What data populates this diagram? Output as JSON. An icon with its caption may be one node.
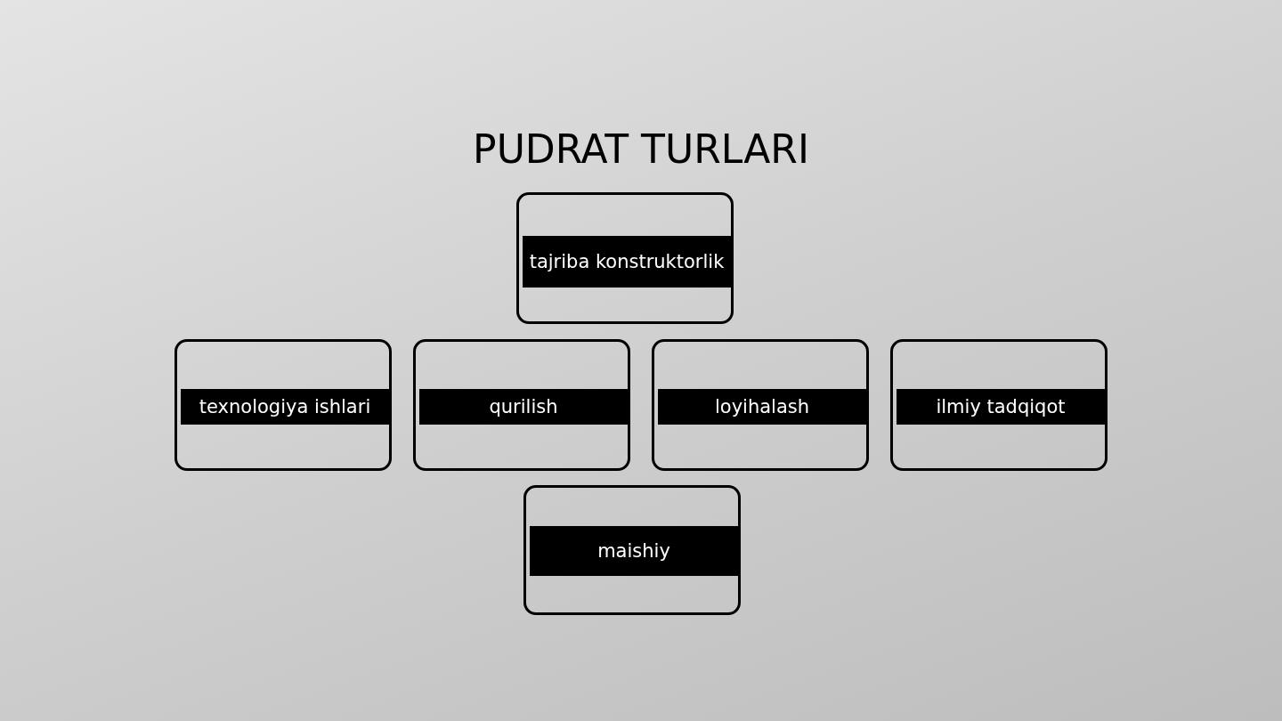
{
  "diagram": {
    "title": "PUDRAT TURLARI",
    "nodes": [
      {
        "text": [
          "tajriba konstruktorlik"
        ]
      },
      {
        "text": [
          "texnologiya ishlari"
        ]
      },
      {
        "text": [
          "qurilish"
        ]
      },
      {
        "text": [
          "loyihalash"
        ]
      },
      {
        "text": [
          "ilmiy tadqiqot"
        ]
      },
      {
        "text": [
          "maishiy"
        ]
      }
    ]
  }
}
